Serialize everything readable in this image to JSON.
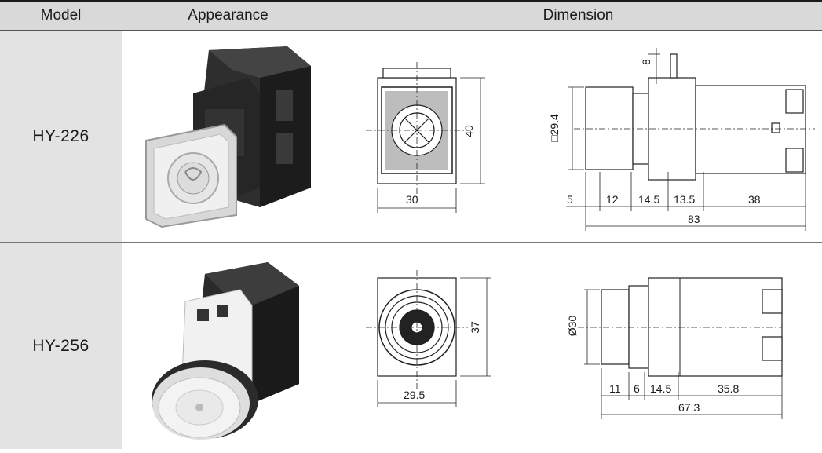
{
  "header": {
    "model": "Model",
    "appearance": "Appearance",
    "dimension": "Dimension"
  },
  "rows": [
    {
      "model": "HY-226",
      "dims": {
        "front_width": "30",
        "front_height": "40",
        "side_top": "8",
        "side_square": "□29.4",
        "segments": [
          "5",
          "12",
          "14.5",
          "13.5",
          "38"
        ],
        "total": "83"
      }
    },
    {
      "model": "HY-256",
      "dims": {
        "front_width": "29.5",
        "front_height": "37",
        "side_dia": "Ø30",
        "segments": [
          "11",
          "6",
          "14.5",
          "35.8"
        ],
        "total": "67.3"
      }
    }
  ]
}
